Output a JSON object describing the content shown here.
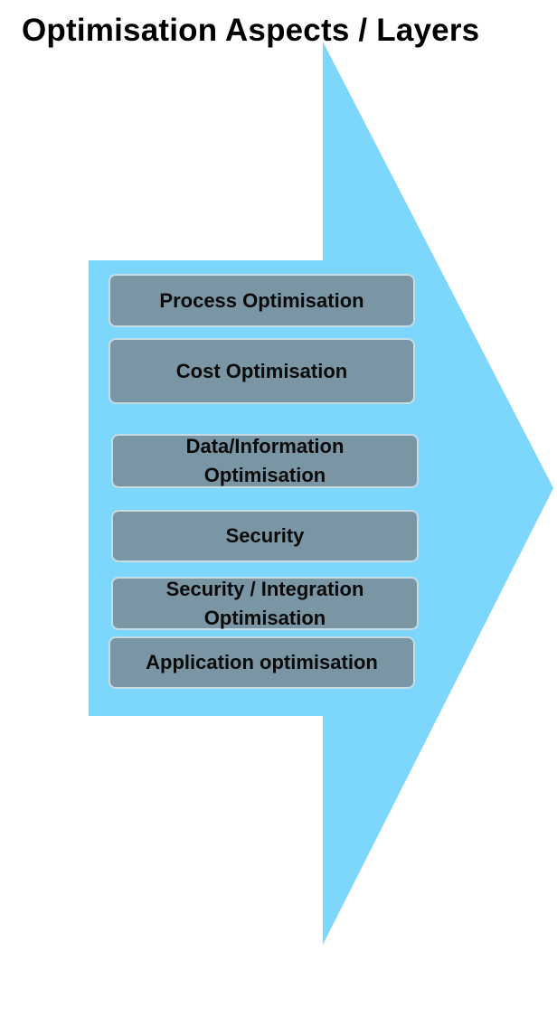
{
  "title": "Optimisation Aspects / Layers",
  "colors": {
    "arrow_fill": "#7dd6fb",
    "box_fill": "#7a96a4",
    "box_border": "#c6dbe4",
    "text": "#000000"
  },
  "layers": [
    {
      "label": "Process Optimisation"
    },
    {
      "label": "Cost Optimisation"
    },
    {
      "label": "Data/Information Optimisation"
    },
    {
      "label": "Security"
    },
    {
      "label": "Security / Integration Optimisation"
    },
    {
      "label": "Application optimisation"
    }
  ]
}
